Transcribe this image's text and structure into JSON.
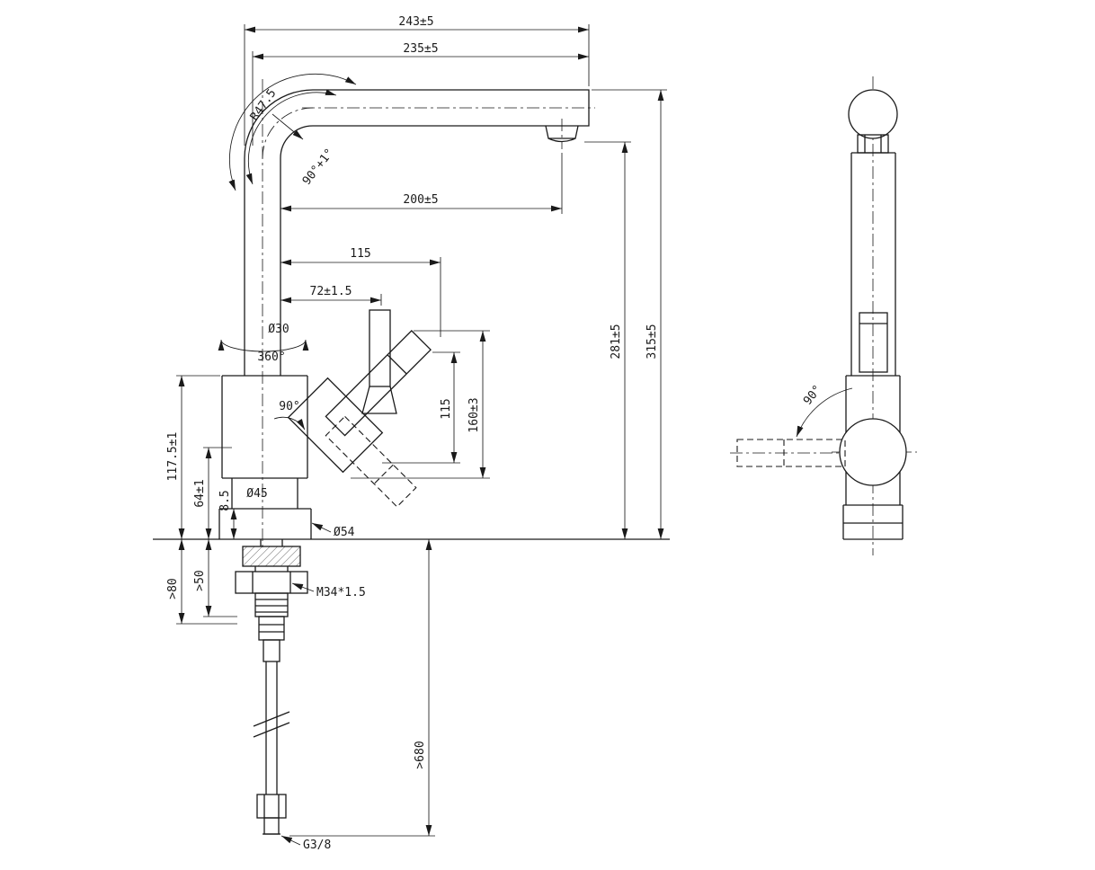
{
  "drawing": {
    "background": "#ffffff",
    "line_color": "#1a1a1a",
    "labels": {
      "dim_width_overall": "243±5",
      "dim_width_spout": "235±5",
      "dim_reach": "200±5",
      "dim_handle_offset": "115",
      "dim_handle_center": "72±1.5",
      "dia_spout_tube": "Ø30",
      "swivel_angle": "360°",
      "handle_angle": "90°",
      "spout_radius": "R47.5",
      "bend_angle": "90°+1°",
      "dim_outlet_height": "281±5",
      "dim_total_height": "315±5",
      "dim_handle_len": "115",
      "dim_handle_height": "160±3",
      "dim_body_height": "117.5±1",
      "dim_joint_height": "64±1",
      "dim_base_height": "8.5",
      "dia_body": "Ø45",
      "dia_base": "Ø54",
      "dim_clearance_nut": ">50",
      "dim_clearance_min": ">80",
      "thread_shank": "M34*1.5",
      "dim_hose_length": ">680",
      "thread_hose": "G3/8",
      "side_handle_angle": "90°"
    }
  }
}
